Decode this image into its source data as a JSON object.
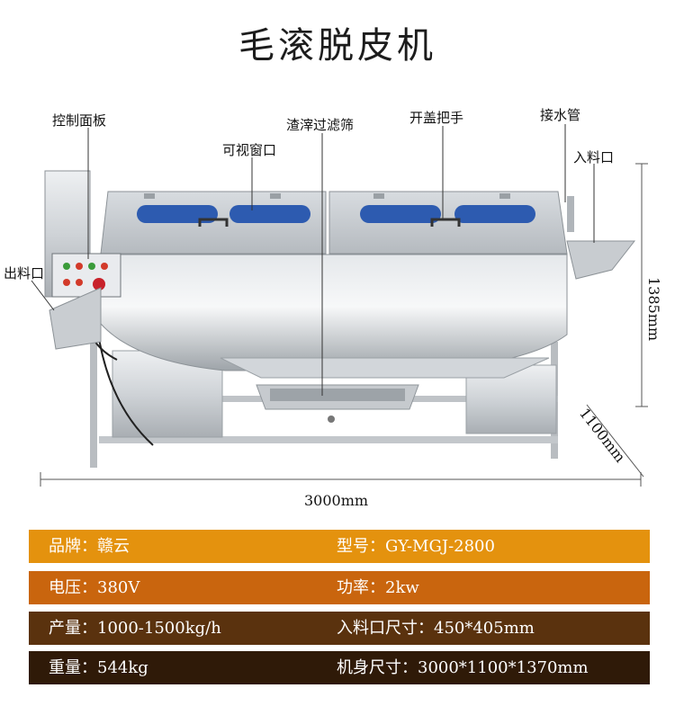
{
  "title": "毛滚脱皮机",
  "callouts": {
    "control_panel": "控制面板",
    "residue_filter": "渣滓过滤筛",
    "lid_handle": "开盖把手",
    "water_pipe": "接水管",
    "view_window": "可视窗口",
    "inlet": "入料口",
    "outlet": "出料口"
  },
  "dimensions": {
    "length": "3000mm",
    "width": "1100mm",
    "height": "1385mm"
  },
  "specs": [
    {
      "left_label": "品牌：",
      "left_value": "赣云",
      "right_label": "型号：",
      "right_value": "GY-MGJ-2800",
      "color": "#e4920e"
    },
    {
      "left_label": "电压：",
      "left_value": "380V",
      "right_label": "功率：",
      "right_value": "2kw",
      "color": "#c9650e"
    },
    {
      "left_label": "产量：",
      "left_value": "1000-1500kg/h",
      "right_label": "入料口尺寸：",
      "right_value": "450*405mm",
      "color": "#5a320e"
    },
    {
      "left_label": "重量：",
      "left_value": "544kg",
      "right_label": "机身尺寸：",
      "right_value": "3000*1100*1370mm",
      "color": "#2f1a08"
    }
  ]
}
